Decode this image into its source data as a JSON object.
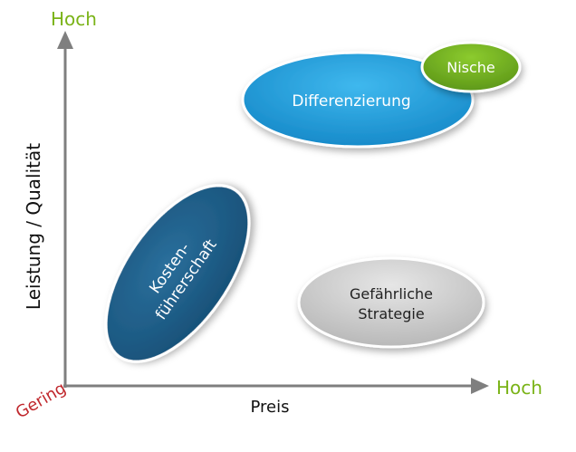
{
  "axes": {
    "y_title": "Leistung / Qualität",
    "y_high": "Hoch",
    "x_title": "Preis",
    "x_high": "Hoch",
    "origin": "Gering"
  },
  "strategies": {
    "differenzierung": "Differenzierung",
    "nische": "Nische",
    "kosten_line1": "Kosten-",
    "kosten_line2": "führerschaft",
    "gefaehrlich_line1": "Gefährliche",
    "gefaehrlich_line2": "Strategie"
  },
  "colors": {
    "axis": "#7f7f7f",
    "high_label": "#7ab317",
    "origin_label": "#c0282d",
    "differenzierung": "#1a97d6",
    "nische": "#6fa81f",
    "kosten": "#1d5c86",
    "gefaehrlich": "#c9c9c9"
  }
}
